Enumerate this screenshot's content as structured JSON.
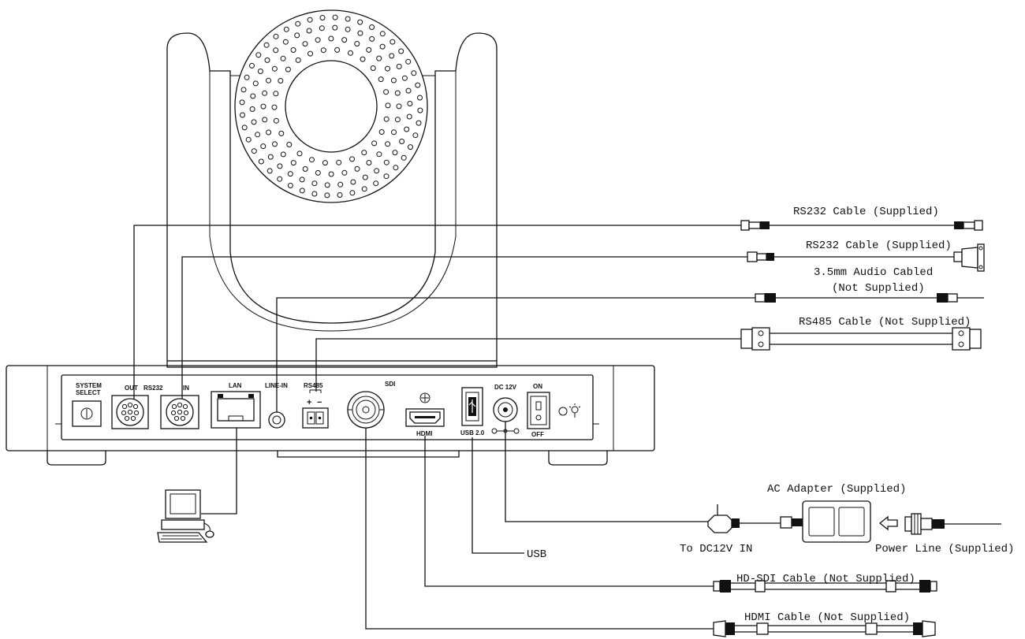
{
  "cables": {
    "rs232_out": "RS232 Cable (Supplied)",
    "rs232_in": "RS232 Cable (Supplied)",
    "audio_line1": "3.5mm Audio Cabled",
    "audio_line2": "(Not Supplied)",
    "rs485": "RS485 Cable (Not Supplied)",
    "ac_adapter": "AC Adapter (Supplied)",
    "to_dc": "To DC12V IN",
    "power_line": "Power Line (Supplied)",
    "usb": "USB",
    "hd_sdi": "HD-SDI Cable (Not Supplied)",
    "hdmi": "HDMI Cable (Not Supplied)"
  },
  "panel": {
    "system": "SYSTEM",
    "select": "SELECT",
    "out": "OUT",
    "rs232": "RS232",
    "in": "IN",
    "lan": "LAN",
    "line_in": "LINE-IN",
    "rs485": "RS485",
    "plus": "+",
    "minus": "−",
    "sdi": "SDI",
    "hdmi": "HDMI",
    "usb20": "USB 2.0",
    "dc12v": "DC 12V",
    "on": "ON",
    "off": "OFF"
  }
}
